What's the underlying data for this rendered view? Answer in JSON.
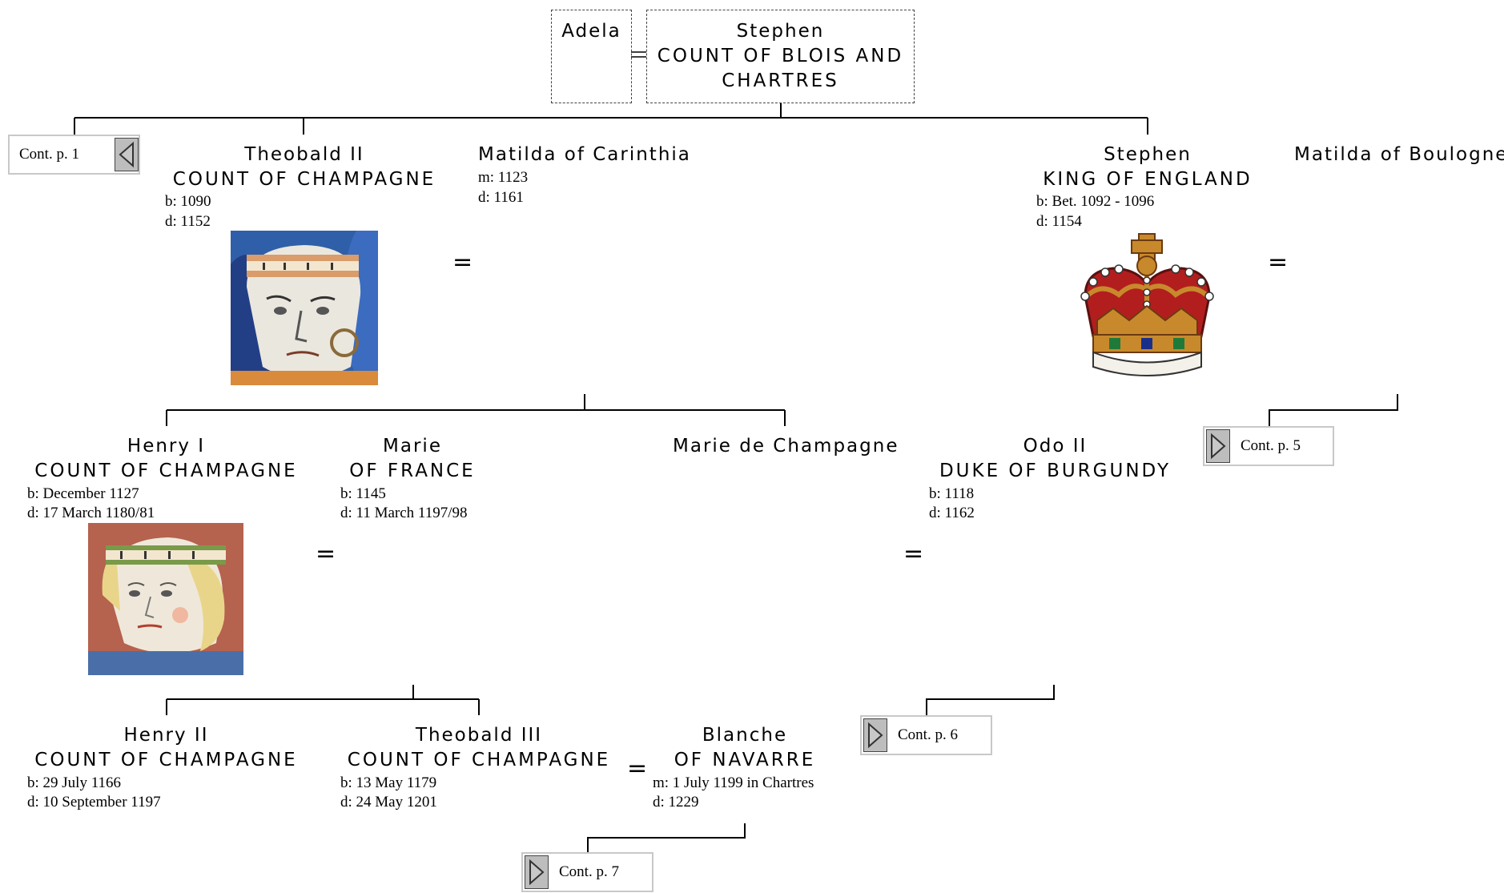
{
  "top": {
    "adela": "Adela",
    "stephen_name": "Stephen",
    "stephen_title_1": "COUNT OF BLOIS AND",
    "stephen_title_2": "CHARTRES"
  },
  "theobald2": {
    "name": "Theobald II",
    "title": "COUNT OF CHAMPAGNE",
    "born": "b: 1090",
    "died": "d: 1152"
  },
  "matilda_carinthia": {
    "name": "Matilda of Carinthia",
    "married": "m: 1123",
    "died": "d: 1161"
  },
  "stephen_england": {
    "name": "Stephen",
    "title": "KING OF ENGLAND",
    "born": "b: Bet. 1092 - 1096",
    "died": "d: 1154"
  },
  "matilda_boulogne": {
    "name": "Matilda of Boulogne"
  },
  "henry1": {
    "name": "Henry I",
    "title": "COUNT OF CHAMPAGNE",
    "born": "b: December 1127",
    "died": "d: 17 March 1180/81"
  },
  "marie_france": {
    "name": "Marie",
    "title": "OF FRANCE",
    "born": "b: 1145",
    "died": "d: 11 March 1197/98"
  },
  "marie_champagne": {
    "name": "Marie de Champagne"
  },
  "odo2": {
    "name": "Odo II",
    "title": "DUKE OF BURGUNDY",
    "born": "b: 1118",
    "died": "d: 1162"
  },
  "henry2": {
    "name": "Henry II",
    "title": "COUNT OF CHAMPAGNE",
    "born": "b: 29 July 1166",
    "died": "d: 10 September 1197"
  },
  "theobald3": {
    "name": "Theobald III",
    "title": "COUNT OF CHAMPAGNE",
    "born": "b: 13 May 1179",
    "died": "d: 24 May 1201"
  },
  "blanche": {
    "name": "Blanche",
    "title": "OF NAVARRE",
    "married": "m: 1 July 1199 in Chartres",
    "died": "d: 1229"
  },
  "marriage_symbol": "=",
  "cont": {
    "p1": "Cont. p. 1",
    "p5": "Cont. p. 5",
    "p6": "Cont. p. 6",
    "p7": "Cont. p. 7"
  }
}
